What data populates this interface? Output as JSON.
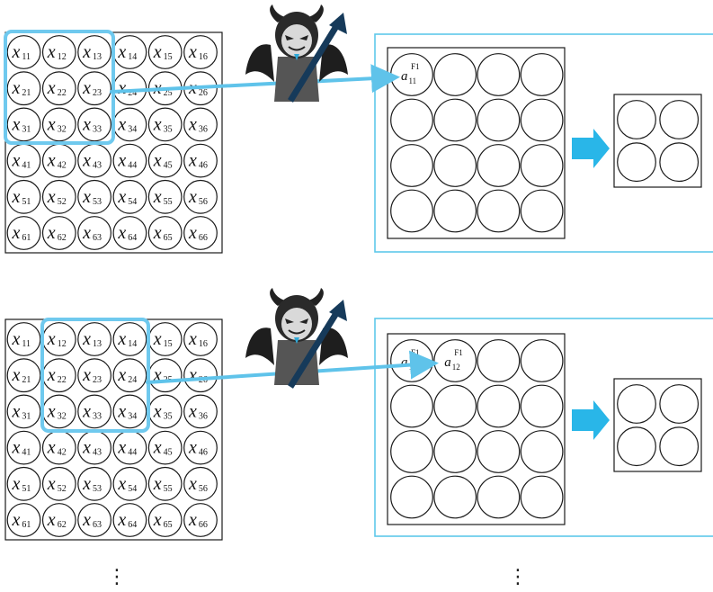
{
  "colors": {
    "accent_blue": "#5fc3ea",
    "filter_box": "#6fc9ee",
    "arrow_fill": "#29b6e8",
    "demon_dark": "#222222",
    "demon_body": "#555555",
    "trend_arrow": "#163a5a"
  },
  "icons": {
    "demon": "devil-icon",
    "trend": "trend-arrow-icon",
    "flow": "right-arrow-icon"
  },
  "input_grid": {
    "cells": [
      [
        "11",
        "12",
        "13",
        "14",
        "15",
        "16"
      ],
      [
        "21",
        "22",
        "23",
        "24",
        "25",
        "26"
      ],
      [
        "31",
        "32",
        "33",
        "34",
        "35",
        "36"
      ],
      [
        "41",
        "42",
        "43",
        "44",
        "45",
        "46"
      ],
      [
        "51",
        "52",
        "53",
        "54",
        "55",
        "56"
      ],
      [
        "61",
        "62",
        "63",
        "64",
        "65",
        "66"
      ]
    ],
    "symbol": "x"
  },
  "feature_map": {
    "symbol": "a",
    "superscript": "F1"
  },
  "steps": [
    {
      "window": {
        "row": 0,
        "col": 0
      },
      "outputs": [
        {
          "index": "11",
          "row": 0,
          "col": 0
        }
      ]
    },
    {
      "window": {
        "row": 0,
        "col": 1
      },
      "outputs": [
        {
          "index": "11",
          "row": 0,
          "col": 0
        },
        {
          "index": "12",
          "row": 0,
          "col": 1
        }
      ]
    }
  ],
  "continuation": {
    "left": "⋮",
    "right": "⋮"
  }
}
